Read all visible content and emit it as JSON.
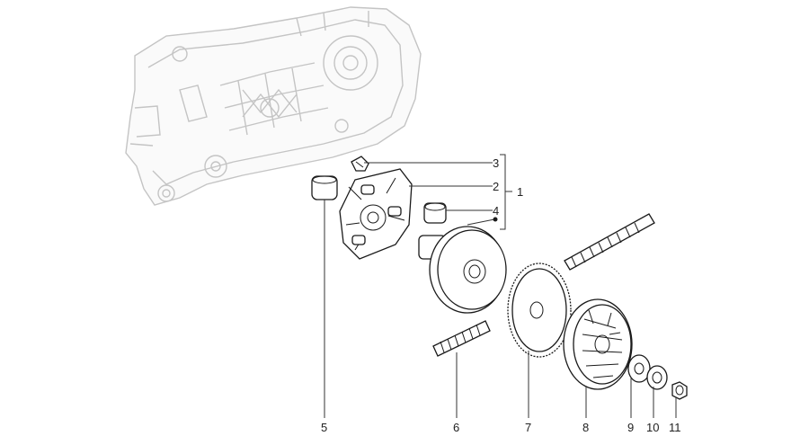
{
  "diagram": {
    "callouts": [
      {
        "id": "c1",
        "label": "1"
      },
      {
        "id": "c2",
        "label": "2"
      },
      {
        "id": "c3",
        "label": "3"
      },
      {
        "id": "c4",
        "label": "4"
      },
      {
        "id": "c5",
        "label": "5"
      },
      {
        "id": "c6",
        "label": "6"
      },
      {
        "id": "c7",
        "label": "7"
      },
      {
        "id": "c8",
        "label": "8"
      },
      {
        "id": "c9",
        "label": "9"
      },
      {
        "id": "c10",
        "label": "10"
      },
      {
        "id": "c11",
        "label": "11"
      }
    ],
    "colors": {
      "line": "#1a1a1a",
      "ghost": "#c4c4c4",
      "background": "#ffffff"
    }
  }
}
